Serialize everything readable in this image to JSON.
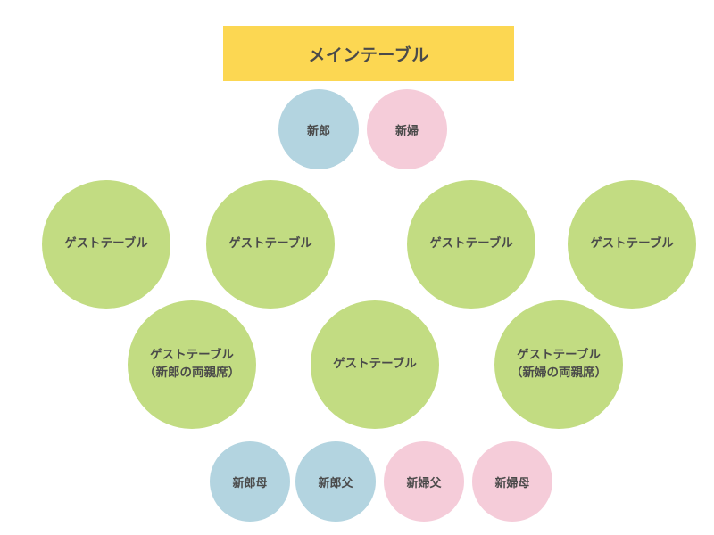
{
  "colors": {
    "main_table": "#fcd752",
    "groom_side": "#b3d4e0",
    "bride_side": "#f5ccd9",
    "guest_table": "#c2dc82",
    "text": "#4a4a4a"
  },
  "main_table": {
    "label": "メインテーブル"
  },
  "couple": {
    "groom": "新郎",
    "bride": "新婦"
  },
  "guest_tables": [
    {
      "label": "ゲストテーブル",
      "sub": ""
    },
    {
      "label": "ゲストテーブル",
      "sub": ""
    },
    {
      "label": "ゲストテーブル",
      "sub": ""
    },
    {
      "label": "ゲストテーブル",
      "sub": ""
    },
    {
      "label": "ゲストテーブル",
      "sub": "（新郎の両親席）"
    },
    {
      "label": "ゲストテーブル",
      "sub": ""
    },
    {
      "label": "ゲストテーブル",
      "sub": "（新婦の両親席）"
    }
  ],
  "parents": {
    "groom_mother": "新郎母",
    "groom_father": "新郎父",
    "bride_father": "新婦父",
    "bride_mother": "新婦母"
  }
}
